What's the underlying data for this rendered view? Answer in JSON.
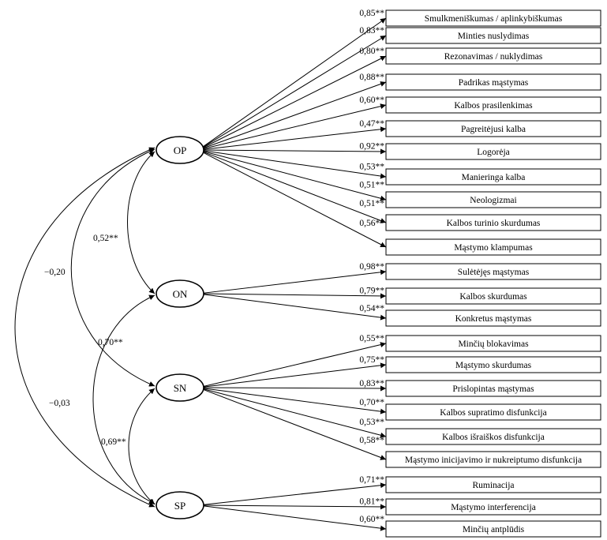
{
  "factors": [
    {
      "id": "OP",
      "label": "OP"
    },
    {
      "id": "ON",
      "label": "ON"
    },
    {
      "id": "SN",
      "label": "SN"
    },
    {
      "id": "SP",
      "label": "SP"
    }
  ],
  "indicators": [
    {
      "label": "Smulkmeniškumas / aplinkybiškumas",
      "factor": "OP",
      "loading": "0,85**"
    },
    {
      "label": "Minties nuslydimas",
      "factor": "OP",
      "loading": "0,83**"
    },
    {
      "label": "Rezonavimas / nuklydimas",
      "factor": "OP",
      "loading": "0,80**"
    },
    {
      "label": "Padrikas mąstymas",
      "factor": "OP",
      "loading": "0,88**"
    },
    {
      "label": "Kalbos prasilenkimas",
      "factor": "OP",
      "loading": "0,60**"
    },
    {
      "label": "Pagreitėjusi kalba",
      "factor": "OP",
      "loading": "0,47**"
    },
    {
      "label": "Logorėja",
      "factor": "OP",
      "loading": "0,92**"
    },
    {
      "label": "Manieringa kalba",
      "factor": "OP",
      "loading": "0,53**"
    },
    {
      "label": "Neologizmai",
      "factor": "OP",
      "loading": "0,51**"
    },
    {
      "label": "Kalbos turinio skurdumas",
      "factor": "OP",
      "loading": "0,51**"
    },
    {
      "label": "Mąstymo klampumas",
      "factor": "OP",
      "loading": "0,56**"
    },
    {
      "label": "Sulėtėjęs mąstymas",
      "factor": "ON",
      "loading": "0,98**"
    },
    {
      "label": "Kalbos skurdumas",
      "factor": "ON",
      "loading": "0,79**"
    },
    {
      "label": "Konkretus mąstymas",
      "factor": "ON",
      "loading": "0,54**"
    },
    {
      "label": "Minčių blokavimas",
      "factor": "SN",
      "loading": "0,55**"
    },
    {
      "label": "Mąstymo skurdumas",
      "factor": "SN",
      "loading": "0,75**"
    },
    {
      "label": "Prislopintas mąstymas",
      "factor": "SN",
      "loading": "0,83**"
    },
    {
      "label": "Kalbos supratimo disfunkcija",
      "factor": "SN",
      "loading": "0,70**"
    },
    {
      "label": "Kalbos išraiškos disfunkcija",
      "factor": "SN",
      "loading": "0,53**"
    },
    {
      "label": "Mąstymo inicijavimo ir nukreiptumo disfunkcija",
      "factor": "SN",
      "loading": "0,58**"
    },
    {
      "label": "Ruminacija",
      "factor": "SP",
      "loading": "0,71**"
    },
    {
      "label": "Mąstymo interferencija",
      "factor": "SP",
      "loading": "0,81**"
    },
    {
      "label": "Minčių antplūdis",
      "factor": "SP",
      "loading": "0,60**"
    }
  ],
  "correlations": [
    {
      "from": "OP",
      "to": "ON",
      "value": "0,52**"
    },
    {
      "from": "ON",
      "to": "SP",
      "value": "0,70**"
    },
    {
      "from": "SN",
      "to": "SP",
      "value": "0,69**"
    },
    {
      "from": "OP",
      "to": "SN",
      "value": "−0,20"
    },
    {
      "from": "OP",
      "to": "SP",
      "value": "−0,03"
    }
  ]
}
